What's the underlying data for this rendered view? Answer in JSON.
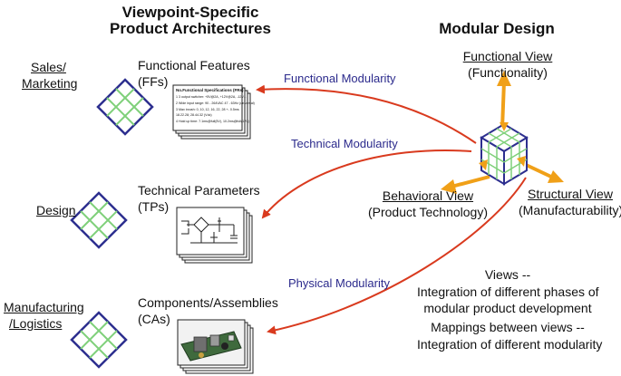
{
  "headings": {
    "left_line1": "Viewpoint-Specific",
    "left_line2": "Product Architectures",
    "right": "Modular Design"
  },
  "roles": {
    "sales_line1": "Sales/",
    "sales_line2": "Marketing",
    "design": "Design",
    "manufacturing_line1": "Manufacturing",
    "manufacturing_line2": "/Logistics"
  },
  "architectures": {
    "ff_line1": "Functional Features",
    "ff_line2": "(FFs)",
    "tp_line1": "Technical Parameters",
    "tp_line2": "(TPs)",
    "ca_line1": "Components/Assemblies",
    "ca_line2": "(CAs)"
  },
  "spec_sheet": {
    "title": "No.Functional Specifications (FRs)",
    "rows": [
      "1  3 output switcher: +5V@2A, +12V@2A, -12V...",
      "2  Wide input range: 90 - 264VAC 47 - 63Hz (universal)",
      "3  Max inrush: 0, 10, 12, 16, 22, 28 +- 0.5ms",
      "       18.22.28; 28.44.32 (Vdc)",
      "4  Hold up time: 7.1ms@full(5V), 10.2ms@full(12V)"
    ]
  },
  "modularity": {
    "functional": "Functional Modularity",
    "technical": "Technical Modularity",
    "physical": "Physical Modularity"
  },
  "views": {
    "functional_title": "Functional View",
    "functional_sub": "(Functionality)",
    "behavioral_title": "Behavioral View",
    "behavioral_sub": "(Product Technology)",
    "structural_title": "Structural View",
    "structural_sub": "(Manufacturability)"
  },
  "notes": {
    "line1": "Views --",
    "line2": "Integration of different phases of",
    "line3": "modular product development",
    "line4": "Mappings between views --",
    "line5": "Integration of different modularity"
  },
  "colors": {
    "arrow_red": "#d93a1e",
    "arrow_orange": "#f0a018",
    "grid_green": "#7fd07a",
    "grid_border": "#2d2f8f",
    "modularity_text": "#2b2a8c"
  }
}
